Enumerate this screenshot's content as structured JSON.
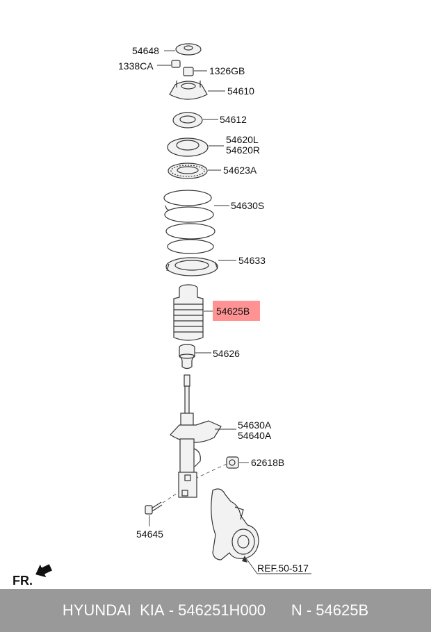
{
  "parts": {
    "p54648": "54648",
    "p1338CA": "1338CA",
    "p1326GB": "1326GB",
    "p54610": "54610",
    "p54612": "54612",
    "p54620L": "54620L",
    "p54620R": "54620R",
    "p54623A": "54623A",
    "p54630S": "54630S",
    "p54633": "54633",
    "p54625B": "54625B",
    "p54626": "54626",
    "p54630A": "54630A",
    "p54640A": "54640A",
    "p62618B": "62618B",
    "p54645": "54645",
    "ref": "REF.50-517"
  },
  "highlight_color": "#ff8080",
  "direction_label": "FR.",
  "footer": {
    "brand": "HYUNDAI",
    "make": "KIA",
    "part_number": "546251H000",
    "ref_label": "N - 54625B"
  }
}
